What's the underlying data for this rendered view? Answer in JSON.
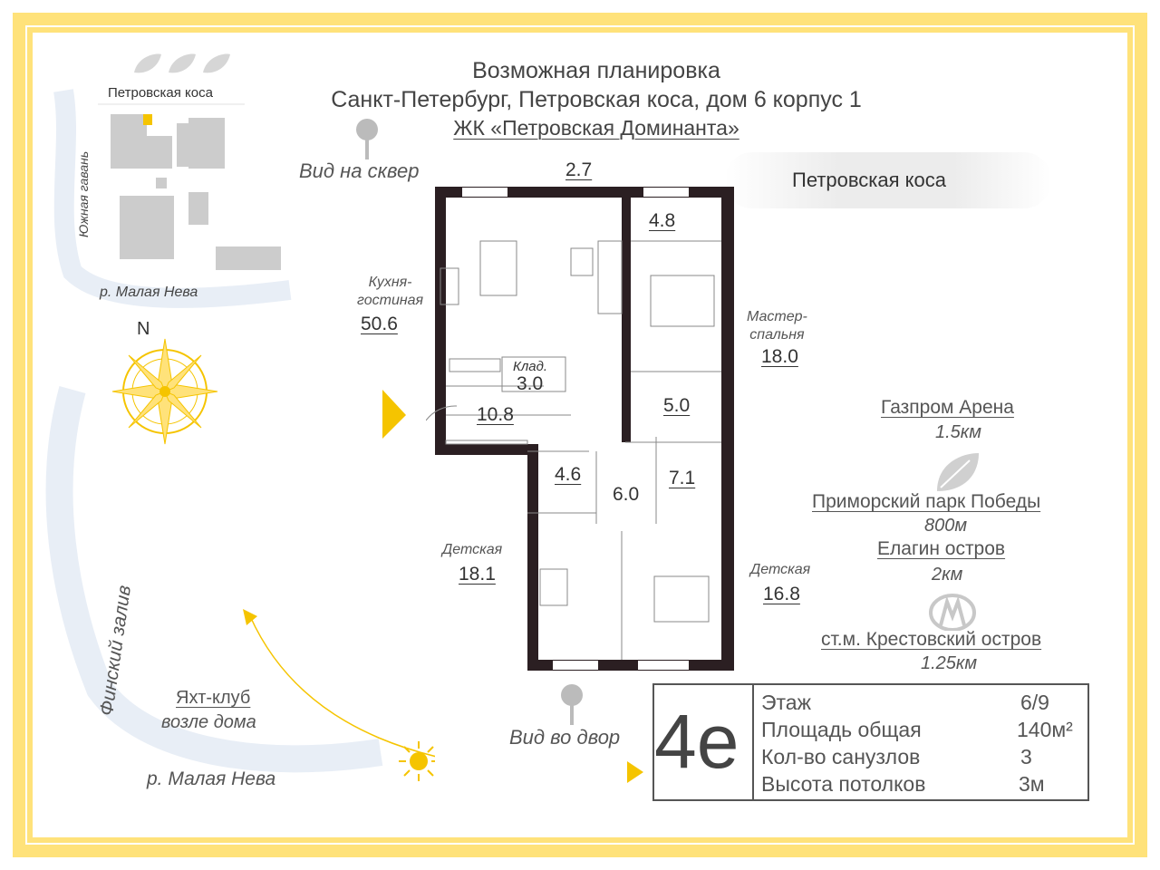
{
  "header": {
    "line1": "Возможная планировка",
    "line2": "Санкт-Петербург, Петровская коса, дом 6 корпус 1",
    "line3": "ЖК «Петровская Доминанта»"
  },
  "views": {
    "top": "Вид на сквер",
    "bottom": "Вид во двор"
  },
  "street_label": "Петровская коса",
  "map": {
    "area_label": "Петровская коса",
    "river_top": "р. Малая Нева",
    "harbor": "Южная гавань",
    "north": "N",
    "gulf": "Финский залив",
    "river_bottom": "р. Малая Нева",
    "yacht_club": "Яхт-клуб",
    "yacht_club_sub": "возле дома"
  },
  "rooms": {
    "balcony": "2.7",
    "bath_top": "4.8",
    "kitchen_label": "Кухня-\nгостиная",
    "kitchen_area": "50.6",
    "master_label": "Мастер-\nспальня",
    "master_area": "18.0",
    "storage_label": "Клад.",
    "storage_area": "3.0",
    "hall": "10.8",
    "bath_mid": "5.0",
    "wc": "4.6",
    "corridor": "6.0",
    "bath_big": "7.1",
    "kids1_label": "Детская",
    "kids1_area": "18.1",
    "kids2_label": "Детская",
    "kids2_area": "16.8"
  },
  "places": [
    {
      "name": "Газпром Арена",
      "dist": "1.5км"
    },
    {
      "name": "Приморский парк Победы",
      "dist": "800м"
    },
    {
      "name": "Елагин остров",
      "dist": "2км"
    },
    {
      "name": "ст.м. Крестовский остров",
      "dist": "1.25км"
    }
  ],
  "info": {
    "code": "4е",
    "rows": [
      {
        "label": "Этаж",
        "value": "6/9"
      },
      {
        "label": "Площадь общая",
        "value": "140м²"
      },
      {
        "label": "Кол-во санузлов",
        "value": "3"
      },
      {
        "label": "Высота потолков",
        "value": "3м"
      }
    ]
  },
  "colors": {
    "frame": "#ffe27a",
    "accent": "#f5c400",
    "wall": "#2b1f22"
  }
}
